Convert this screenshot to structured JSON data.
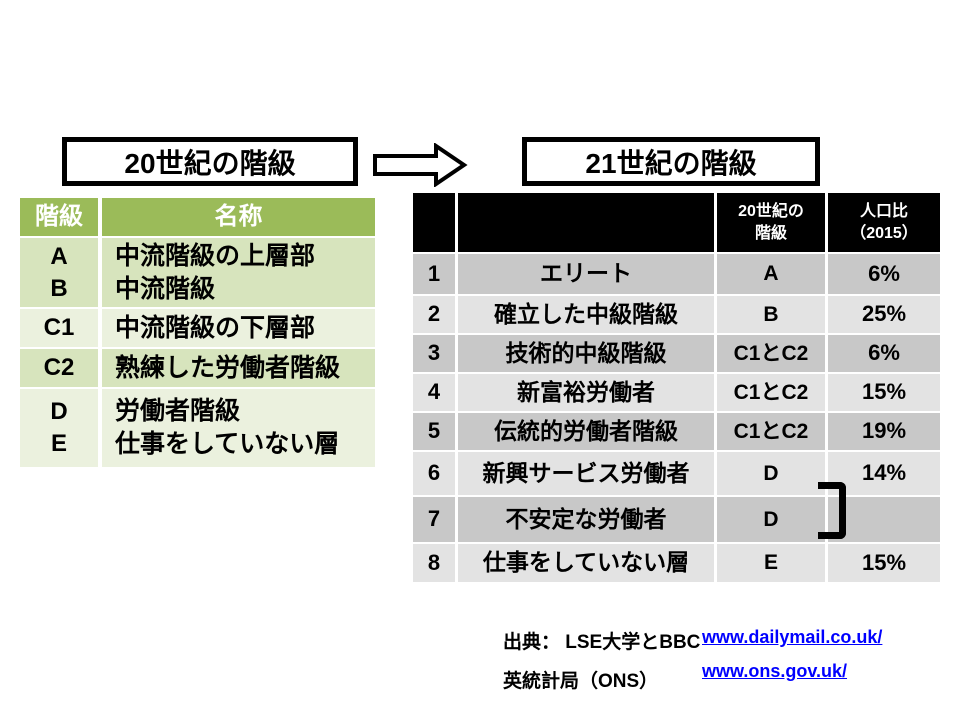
{
  "titles": {
    "left": "20世紀の階級",
    "right": "21世紀の階級"
  },
  "colors": {
    "left_header_green": "#9BBB59",
    "left_band_dark": "#D7E4BD",
    "left_band_light": "#EBF1DE",
    "right_header_black": "#000000",
    "right_band_dark": "#C8C8C8",
    "right_band_light": "#E3E3E3",
    "link_blue": "#0000FF"
  },
  "icons": {
    "arrow": "block-arrow-right"
  },
  "left_table": {
    "headers": {
      "grade": "階級",
      "name": "名称"
    },
    "rows": [
      {
        "grade": "A\nB",
        "name": "中流階級の上層部\n中流階級"
      },
      {
        "grade": "C1",
        "name": "中流階級の下層部"
      },
      {
        "grade": "C2",
        "name": "熟練した労働者階級"
      },
      {
        "grade": "D\nE",
        "name": "労働者階級\n仕事をしていない層"
      }
    ]
  },
  "right_table": {
    "headers": {
      "rank": "",
      "name": "",
      "old_class": "20世紀の\n階級",
      "population": "人口比\n（2015）"
    },
    "rows": [
      {
        "rank": "1",
        "name": "エリート",
        "old_class": "A",
        "population": "6%"
      },
      {
        "rank": "2",
        "name": "確立した中級階級",
        "old_class": "B",
        "population": "25%"
      },
      {
        "rank": "3",
        "name": "技術的中級階級",
        "old_class": "C1とC2",
        "population": "6%"
      },
      {
        "rank": "4",
        "name": "新富裕労働者",
        "old_class": "C1とC2",
        "population": "15%"
      },
      {
        "rank": "5",
        "name": "伝統的労働者階級",
        "old_class": "C1とC2",
        "population": "19%"
      },
      {
        "rank": "6",
        "name": "新興サービス労働者",
        "old_class": "D",
        "population": "14%"
      },
      {
        "rank": "7",
        "name": "不安定な労働者",
        "old_class": "D",
        "population": ""
      },
      {
        "rank": "8",
        "name": "仕事をしていない層",
        "old_class": "E",
        "population": "15%"
      }
    ]
  },
  "sources": {
    "line1": "出典： LSE大学とBBC",
    "line2": "英統計局（ONS）",
    "link1": "www.dailymail.co.uk/",
    "link2": "www.ons.gov.uk/"
  }
}
